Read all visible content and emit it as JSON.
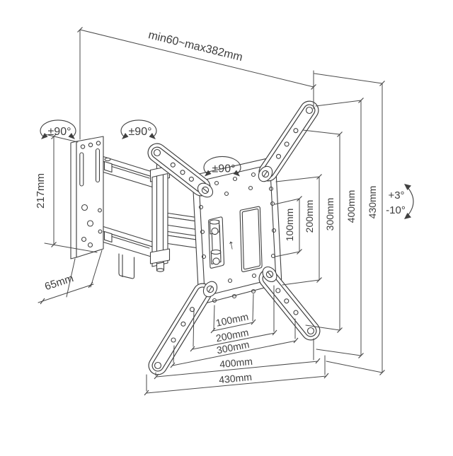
{
  "drawing": {
    "background": "#ffffff",
    "line_color": "#404040",
    "labels": {
      "extension_range": "min60~max382mm",
      "swivel": [
        "±90°",
        "±90°",
        "±90°"
      ],
      "tilt_up": "+3°",
      "tilt_down": "-10°",
      "wall_plate_height": "217mm",
      "wall_plate_width": "65mm",
      "up_arrow_icon": "↑"
    },
    "vesa_vertical_mm": [
      "100mm",
      "200mm",
      "300mm",
      "400mm",
      "430mm"
    ],
    "vesa_horizontal_mm": [
      "100mm",
      "200mm",
      "300mm",
      "400mm",
      "430mm"
    ]
  }
}
